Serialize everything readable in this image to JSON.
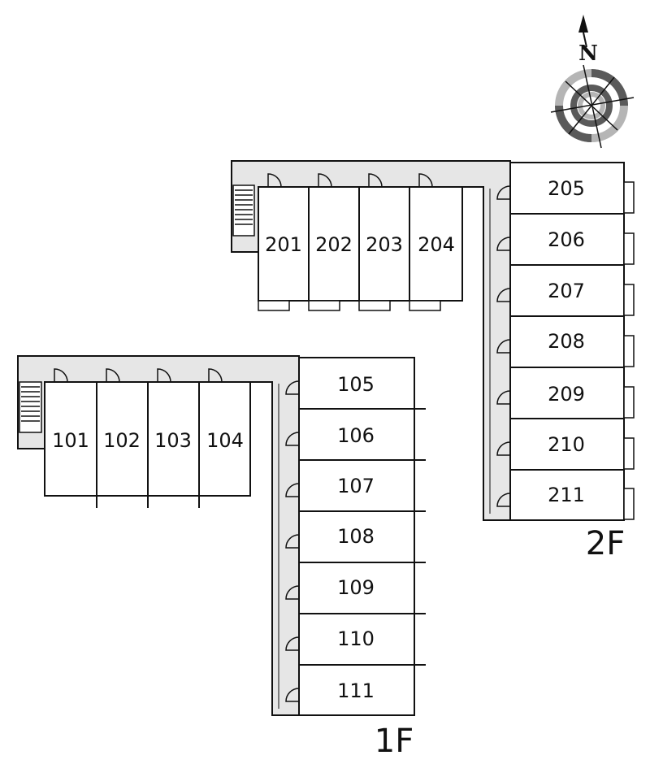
{
  "floors": [
    {
      "id": "floor-1",
      "label": "1F",
      "row_units": [
        "101",
        "102",
        "103",
        "104"
      ],
      "column_units": [
        "105",
        "106",
        "107",
        "108",
        "109",
        "110",
        "111"
      ]
    },
    {
      "id": "floor-2",
      "label": "2F",
      "row_units": [
        "201",
        "202",
        "203",
        "204"
      ],
      "column_units": [
        "205",
        "206",
        "207",
        "208",
        "209",
        "210",
        "211"
      ]
    }
  ],
  "compass": {
    "label": "N"
  },
  "colors": {
    "corridor": "#e6e6e6",
    "line": "#111111",
    "compass_dark": "#5a5a5a",
    "compass_light": "#b5b5b5"
  }
}
